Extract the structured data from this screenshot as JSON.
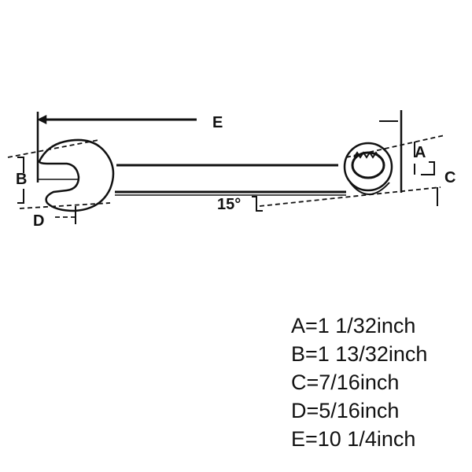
{
  "diagram": {
    "labels": {
      "A": "A",
      "B": "B",
      "C": "C",
      "D": "D",
      "E": "E",
      "angle": "15°"
    }
  },
  "specs": [
    "A=1 1/32inch",
    "B=1 13/32inch",
    "C=7/16inch",
    "D=5/16inch",
    "E=10 1/4inch"
  ]
}
